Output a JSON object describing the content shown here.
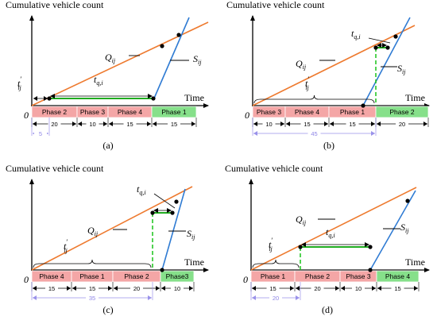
{
  "colors": {
    "arrival_line": "#ee7a2f",
    "departure_line": "#2f7bd3",
    "red_phase": "#f4a6a6",
    "green_phase": "#86e08a",
    "bracket": "#00a000",
    "dashed": "#19c419",
    "lavender": "#9a92ea"
  },
  "panels": [
    {
      "title": "Cumulative vehicle count",
      "time_label": "Time",
      "origin_label": "0",
      "panel_label": "(a)",
      "q_label": "Q",
      "q_sub": "ij",
      "s_label": "S",
      "s_sub": "ij",
      "tq_label": "t",
      "tq_sub": "q,i",
      "tij_label": "t",
      "tij_sub": "ij",
      "tij_prime": "′",
      "phases": [
        {
          "name": "Phase 2",
          "duration": "20",
          "state": "red"
        },
        {
          "name": "Phase 3",
          "duration": "10",
          "state": "red"
        },
        {
          "name": "Phase 4",
          "duration": "15",
          "state": "red"
        },
        {
          "name": "Phase 1",
          "duration": "15",
          "state": "green"
        }
      ],
      "offset_label": "5"
    },
    {
      "title": "Cumulative vehicle count",
      "time_label": "Time",
      "origin_label": "0",
      "panel_label": "(b)",
      "q_label": "Q",
      "q_sub": "ij",
      "s_label": "S",
      "s_sub": "ij",
      "tq_label": "t",
      "tq_sub": "q,i",
      "tij_label": "t",
      "tij_sub": "ij",
      "tij_prime": "′",
      "phases": [
        {
          "name": "Phase 3",
          "duration": "10",
          "state": "red"
        },
        {
          "name": "Phase 4",
          "duration": "15",
          "state": "red"
        },
        {
          "name": "Phase 1",
          "duration": "15",
          "state": "red"
        },
        {
          "name": "Phase 2",
          "duration": "20",
          "state": "green"
        }
      ],
      "offset_label": "45"
    },
    {
      "title": "Cumulative vehicle count",
      "time_label": "Time",
      "origin_label": "0",
      "panel_label": "(c)",
      "q_label": "Q",
      "q_sub": "ij",
      "s_label": "S",
      "s_sub": "ij",
      "tq_label": "t",
      "tq_sub": "q,i",
      "tij_label": "t",
      "tij_sub": "ij",
      "tij_prime": "′",
      "phases": [
        {
          "name": "Phase 4",
          "duration": "15",
          "state": "red"
        },
        {
          "name": "Phase 1",
          "duration": "15",
          "state": "red"
        },
        {
          "name": "Phase 2",
          "duration": "20",
          "state": "red"
        },
        {
          "name": "Phase3",
          "duration": "10",
          "state": "green"
        }
      ],
      "offset_label": "35"
    },
    {
      "title": "Cumulative vehicle count",
      "time_label": "Time",
      "origin_label": "0",
      "panel_label": "(d)",
      "q_label": "Q",
      "q_sub": "ij",
      "s_label": "S",
      "s_sub": "ij",
      "tq_label": "t",
      "tq_sub": "q,i",
      "tij_label": "t",
      "tij_sub": "ij",
      "tij_prime": "′",
      "phases": [
        {
          "name": "Phase 1",
          "duration": "15",
          "state": "red"
        },
        {
          "name": "Phase 2",
          "duration": "20",
          "state": "red"
        },
        {
          "name": "Phase 3",
          "duration": "10",
          "state": "red"
        },
        {
          "name": "Phase 4",
          "duration": "15",
          "state": "green"
        }
      ],
      "offset_label": "20"
    }
  ]
}
